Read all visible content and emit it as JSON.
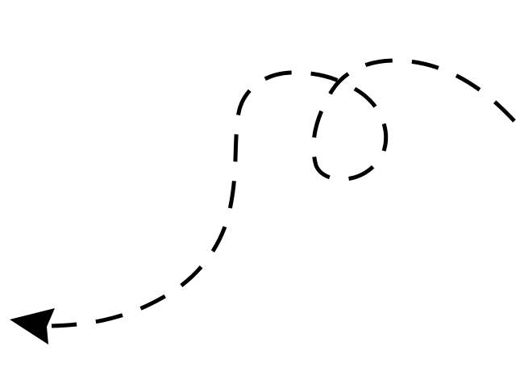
{
  "diagram": {
    "type": "dashed-curved-arrow",
    "background_color": "#ffffff",
    "stroke_color": "#000000",
    "line_style": "dashed",
    "arrowhead": "left-end",
    "features": [
      "loop",
      "s-curve"
    ]
  }
}
